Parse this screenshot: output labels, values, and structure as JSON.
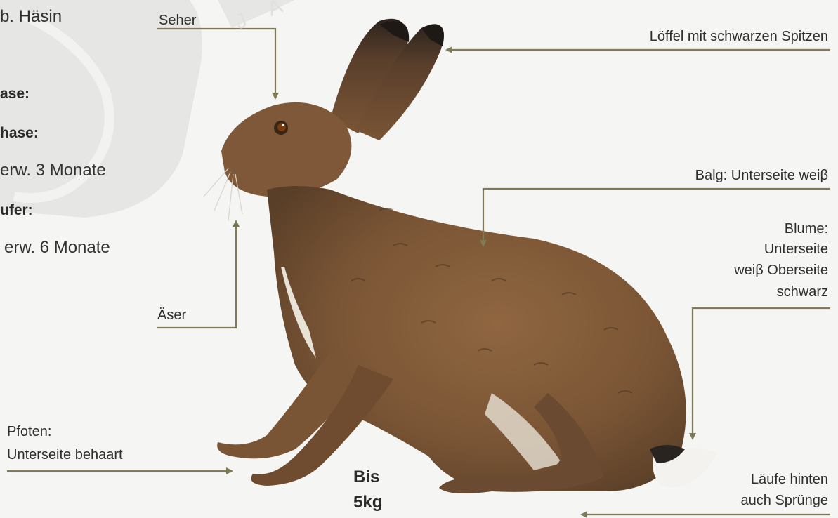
{
  "left_panel": {
    "line1": "b. Häsin",
    "line2": "ase:",
    "line3": "hase:",
    "line4": "erw. 3 Monate",
    "line5": "ufer:",
    "line6": "erw. 6 Monate"
  },
  "watermark": {
    "text": "J A G E"
  },
  "labels": {
    "seher": "Seher",
    "loeffel": "Löffel mit schwarzen Spitzen",
    "balg": "Balg: Unterseite weiβ",
    "blume_1": "Blume:",
    "blume_2": "Unterseite",
    "blume_3": "weiβ Oberseite",
    "blume_4": "schwarz",
    "aeser": "Äser",
    "pfoten_1": "Pfoten:",
    "pfoten_2": "Unterseite behaart",
    "laeufe_1": "Läufe hinten",
    "laeufe_2": "auch Sprünge"
  },
  "weight": {
    "line1": "Bis",
    "line2": "5kg"
  },
  "colors": {
    "background": "#f5f5f3",
    "line": "#7d7a55",
    "watermark": "#e3e3e1",
    "fur_dark": "#6a4a30",
    "fur_mid": "#8a5f3a",
    "fur_light": "#a8794d",
    "belly": "#e9e2d6"
  }
}
